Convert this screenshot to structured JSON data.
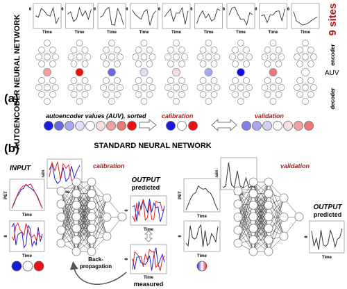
{
  "panel_a": {
    "panel_label": "(a)",
    "side_title": "AUTOENCODER NEURAL NETWORK",
    "sites_label": "9 sites",
    "encoder_label": "encoder",
    "decoder_label": "decoder",
    "auv_label": "AUV",
    "plot_ylabel": "θ",
    "plot_xlabel": "Time",
    "auv_colors": [
      "#f2a0a0",
      "#ee1111",
      "#6a6ae0",
      "#e0e0f6",
      "#f8dede",
      "#a8a8ec",
      "#1010e0",
      "#ee7777",
      "#ffffff"
    ],
    "sorted_caption": "autoencoder values (AUV), sorted",
    "sorted_colors": [
      "#1a1ad8",
      "#6a6ae0",
      "#a8a8ec",
      "#e0e0f6",
      "#ffffff",
      "#f8dede",
      "#f2a0a0",
      "#ee7777",
      "#ee1111"
    ],
    "calibration_label": "calibration",
    "calibration_colors": [
      "#1a1ad8",
      "#ffffff",
      "#ee1111"
    ],
    "validation_label": "validation",
    "validation_colors": [
      "#8080e6",
      "#a8a8ec",
      "#d0d0f2",
      "#ffffff",
      "#f8dede",
      "#f2a0a0",
      "#ee7777"
    ]
  },
  "panel_b": {
    "panel_label": "(b)",
    "title": "STANDARD NEURAL NETWORK",
    "input_label": "INPUT",
    "calibration_label": "calibration",
    "validation_label": "validation",
    "output_label": "OUTPUT",
    "predicted_label": "predicted",
    "measured_label": "measured",
    "backprop_line1": "Back-",
    "backprop_line2": "propagation",
    "rain_label": "rain",
    "pet_label": "PET",
    "theta_label": "θ",
    "time_label": "Time",
    "input_colors": [
      "#1a1ad8",
      "#ffffff",
      "#ee1111"
    ]
  },
  "colors": {
    "red_accent": "#b01818",
    "series_red": "#dd2222",
    "series_blue": "#2222cc"
  }
}
